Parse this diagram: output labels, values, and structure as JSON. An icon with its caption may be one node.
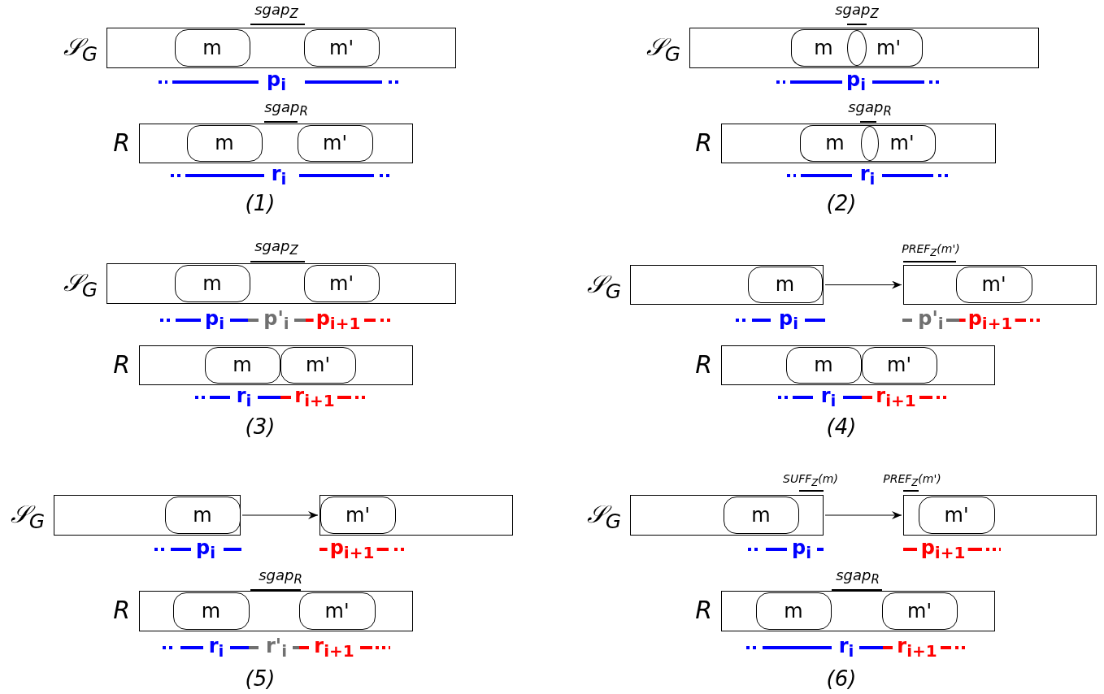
{
  "diagram": {
    "nodes": [
      {
        "text": [
          "𝒮$_{G}$"
        ]
      },
      {
        "text": [
          "m"
        ],
        "in": 0
      },
      {
        "text": [
          "m'"
        ],
        "in": 0
      },
      {
        "text": [
          "R"
        ]
      },
      {
        "text": [
          "m"
        ],
        "in": 3
      },
      {
        "text": [
          "m'"
        ],
        "in": 3
      },
      {
        "text": [
          "𝒮$_{G}$"
        ]
      },
      {
        "text": [
          "m"
        ],
        "in": 6
      },
      {
        "text": [],
        "shape": "ellipse",
        "in": 6
      },
      {
        "text": [
          "m'"
        ],
        "in": 6
      },
      {
        "text": [
          "R"
        ]
      },
      {
        "text": [
          "m"
        ],
        "in": 10
      },
      {
        "text": [],
        "shape": "ellipse",
        "in": 10
      },
      {
        "text": [
          "m'"
        ],
        "in": 10
      },
      {
        "text": [
          "𝒮$_{G}$"
        ]
      },
      {
        "text": [
          "m"
        ],
        "in": 14
      },
      {
        "text": [
          "m'"
        ],
        "in": 14
      },
      {
        "text": [
          "R"
        ]
      },
      {
        "text": [
          "m"
        ],
        "in": 17
      },
      {
        "text": [
          "m'"
        ],
        "in": 17
      },
      {
        "text": [
          "𝒮$_{G}$"
        ]
      },
      {
        "text": [
          "m"
        ],
        "in": 20
      },
      {
        "text": [],
        "shape": "box"
      },
      {
        "text": [
          "m'"
        ],
        "in": 22
      },
      {
        "text": [
          "R"
        ]
      },
      {
        "text": [
          "m"
        ],
        "in": 24
      },
      {
        "text": [
          "m'"
        ],
        "in": 24
      },
      {
        "text": [
          "𝒮$_{G}$"
        ]
      },
      {
        "text": [
          "m"
        ],
        "in": 27
      },
      {
        "text": [],
        "shape": "box"
      },
      {
        "text": [
          "m'"
        ],
        "in": 29
      },
      {
        "text": [
          "R"
        ]
      },
      {
        "text": [
          "m"
        ],
        "in": 31
      },
      {
        "text": [
          "m'"
        ],
        "in": 31
      },
      {
        "text": [
          "𝒮$_{G}$"
        ]
      },
      {
        "text": [
          "m"
        ],
        "in": 34
      },
      {
        "text": [],
        "shape": "box"
      },
      {
        "text": [
          "m'"
        ],
        "in": 36
      },
      {
        "text": [
          "R"
        ]
      },
      {
        "text": [
          "m"
        ],
        "in": 38
      },
      {
        "text": [
          "m'"
        ],
        "in": 38
      }
    ],
    "edges": [
      {
        "from": 20,
        "to": 22,
        "arrow": "to"
      },
      {
        "from": 27,
        "to": 29,
        "arrow": "to"
      },
      {
        "from": 34,
        "to": 36,
        "arrow": "to"
      }
    ],
    "labels": [
      "sgap$_{Z}$",
      "p$_{i}$",
      "sgap$_{R}$",
      "r$_{i}$",
      "(1)",
      "sgap$_{Z}$",
      "p$_{i}$",
      "sgap$_{R}$",
      "r$_{i}$",
      "(2)",
      "sgap$_{Z}$",
      "p$_{i}$",
      "p'$_{i}$",
      "p$_{i+1}$",
      "r$_{i}$",
      "r$_{i+1}$",
      "(3)",
      "PREF$_{Z}$(m')",
      "p$_{i}$",
      "p'$_{i}$",
      "p$_{i+1}$",
      "r$_{i}$",
      "r$_{i+1}$",
      "(4)",
      "p$_{i}$",
      "p$_{i+1}$",
      "sgap$_{R}$",
      "r$_{i}$",
      "r'$_{i}$",
      "r$_{i+1}$",
      "(5)",
      "SUFF$_{Z}$(m)",
      "PREF$_{Z}$(m')",
      "p$_{i}$",
      "p$_{i+1}$",
      "sgap$_{R}$",
      "r$_{i}$",
      "r$_{i+1}$",
      "(6)"
    ]
  }
}
